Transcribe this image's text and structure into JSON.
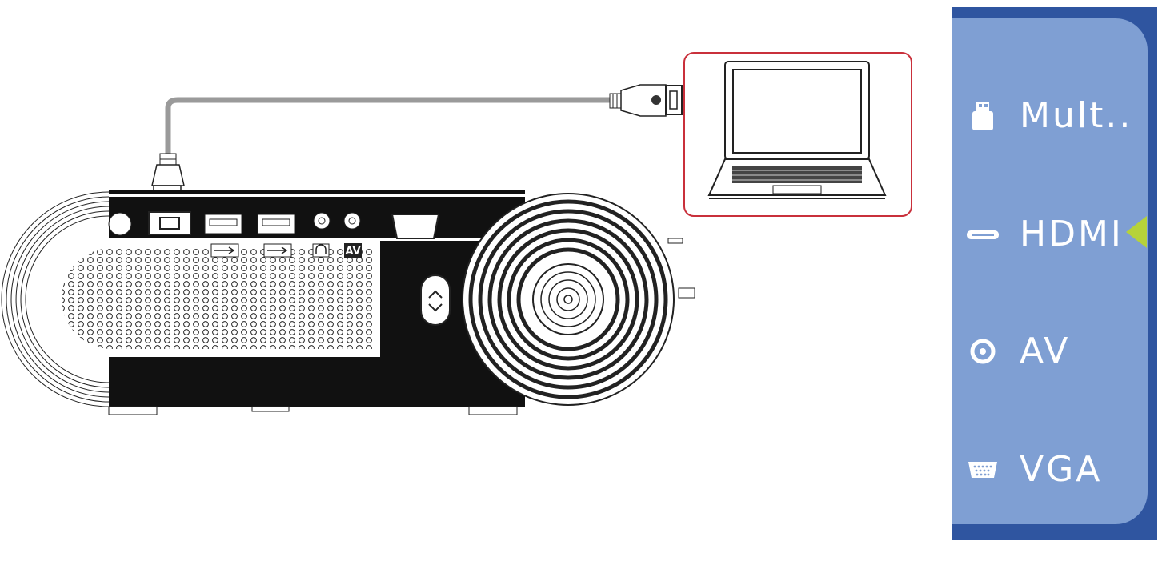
{
  "diagram": {
    "projector": {
      "port_labels": [
        "AV"
      ]
    },
    "laptop": {
      "frame_color": "#c9303b"
    }
  },
  "source_menu": {
    "panel_color": "#7f9fd3",
    "border_color": "#2f55a0",
    "selected_index": 1,
    "selected_indicator_color": "#b6d23a",
    "items": [
      {
        "label": "Mult..",
        "icon": "usb-drive-icon"
      },
      {
        "label": "HDMI",
        "icon": "hdmi-port-icon"
      },
      {
        "label": "AV",
        "icon": "av-jack-icon"
      },
      {
        "label": "VGA",
        "icon": "vga-port-icon"
      }
    ]
  }
}
